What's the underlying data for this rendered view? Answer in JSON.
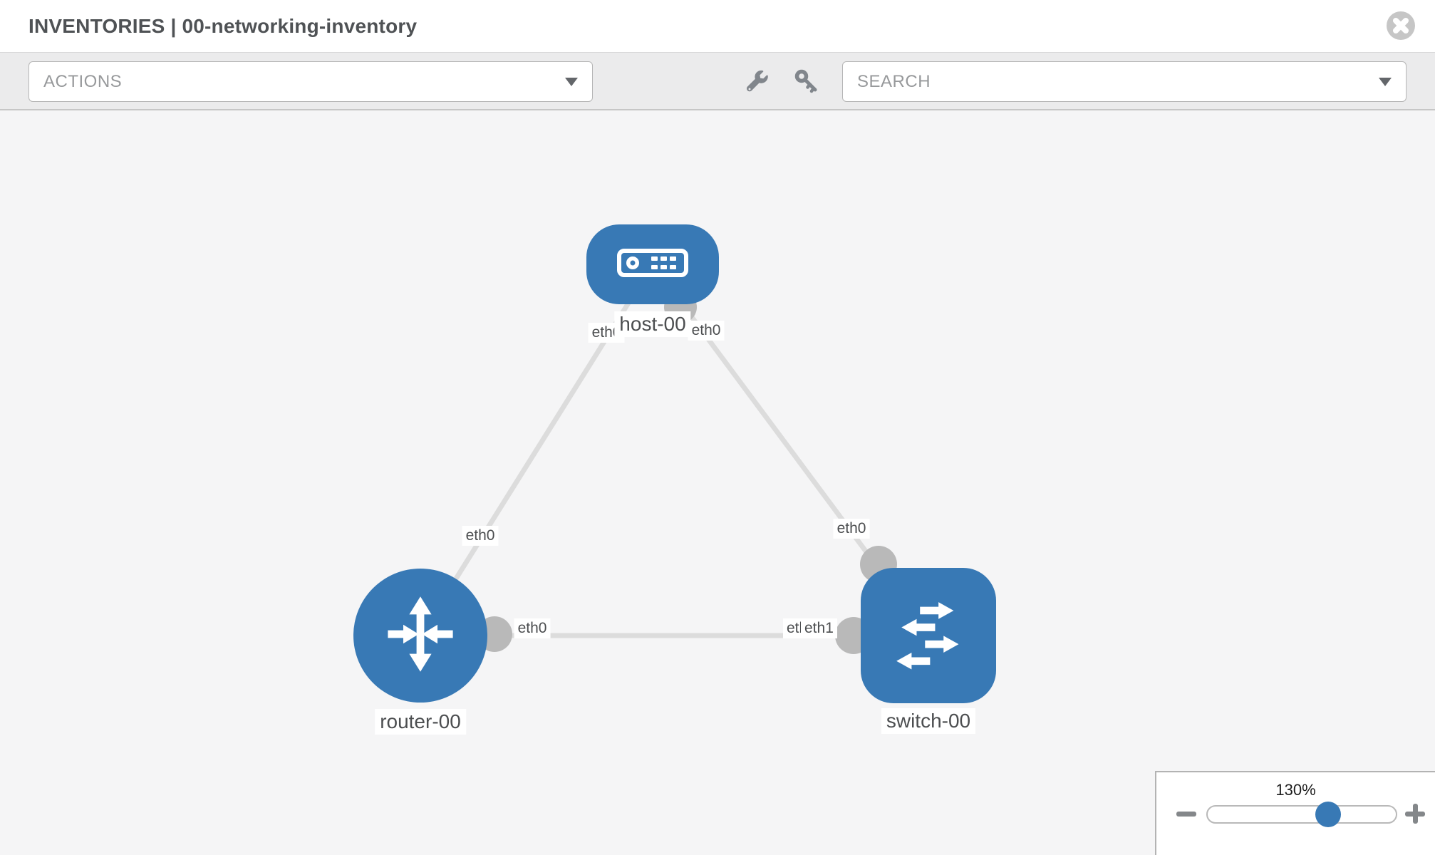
{
  "header": {
    "title": "INVENTORIES | 00-networking-inventory",
    "close_icon": "circle-x"
  },
  "toolbar": {
    "actions": {
      "label": "ACTIONS",
      "arrow_icon": "chevron-down"
    },
    "tools": [
      {
        "icon": "wrench"
      },
      {
        "icon": "key"
      }
    ],
    "search": {
      "placeholder": "SEARCH",
      "arrow_icon": "chevron-down"
    }
  },
  "topology": {
    "nodes": [
      {
        "label": "host-00",
        "type": "host",
        "icon": "server"
      },
      {
        "label": "router-00",
        "type": "router",
        "icon": "router-arrows"
      },
      {
        "label": "switch-00",
        "type": "switch",
        "icon": "switch-arrows"
      }
    ],
    "links": [
      {
        "source": "host-00",
        "target": "router-00",
        "source_interface": "eth0",
        "target_interface": "eth0"
      },
      {
        "source": "host-00",
        "target": "switch-00",
        "source_interface": "eth0",
        "target_interface": "eth0"
      },
      {
        "source": "router-00",
        "target": "switch-00",
        "source_interface": "eth0",
        "target_interface": "eth1"
      }
    ],
    "overlap": {
      "switch_left_hidden": "eth0"
    }
  },
  "zoom_control": {
    "level": "130%",
    "slider_percent": 64
  },
  "colors": {
    "node_blue": "#3879b5",
    "link_gray": "#dcdcdc",
    "port_gray": "#b9b9b9",
    "canvas_bg": "#f5f5f6",
    "toolbar_bg": "#ebebec"
  }
}
